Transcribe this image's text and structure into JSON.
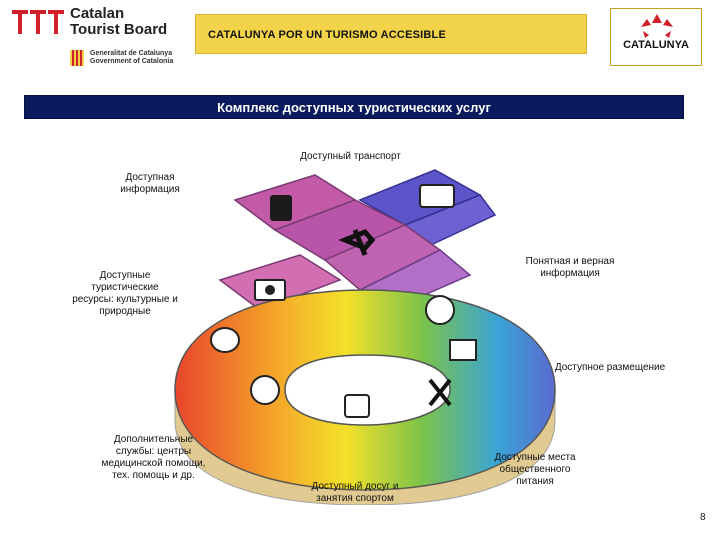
{
  "header": {
    "ctb_logo_line1": "Catalan",
    "ctb_logo_line2": "Tourist Board",
    "gen_logo_line1": "Generalitat de Catalunya",
    "gen_logo_line2": "Government of Catalonia",
    "banner_text": "CATALUNYA POR UN TURISMO ACCESIBLE",
    "catalunya_logo_text": "CATALUNYA"
  },
  "title": "Комплекс доступных туристических услуг",
  "labels": {
    "transport": "Доступный транспорт",
    "info_line1": "Доступная",
    "info_line2": "информация",
    "clear_info_line1": "Понятная и верная",
    "clear_info_line2": "информация",
    "resources_line1": "Доступные",
    "resources_line2": "туристические",
    "resources_line3": "ресурсы: культурные и",
    "resources_line4": "природные",
    "accommodation": "Доступное размещение",
    "services_line1": "Дополнительные",
    "services_line2": "службы: центры",
    "services_line3": "медицинской помощи,",
    "services_line4": "тех. помощь и др.",
    "leisure_line1": "Доступный досуг и",
    "leisure_line2": "занятия спортом",
    "food_line1": "Доступные места",
    "food_line2": "общественного",
    "food_line3": "питания"
  },
  "page_number": "8",
  "colors": {
    "banner": "#f2d34a",
    "title_bar": "#0a1a5c",
    "ctb_red": "#d0202a",
    "catalunya_red": "#d0202a"
  }
}
